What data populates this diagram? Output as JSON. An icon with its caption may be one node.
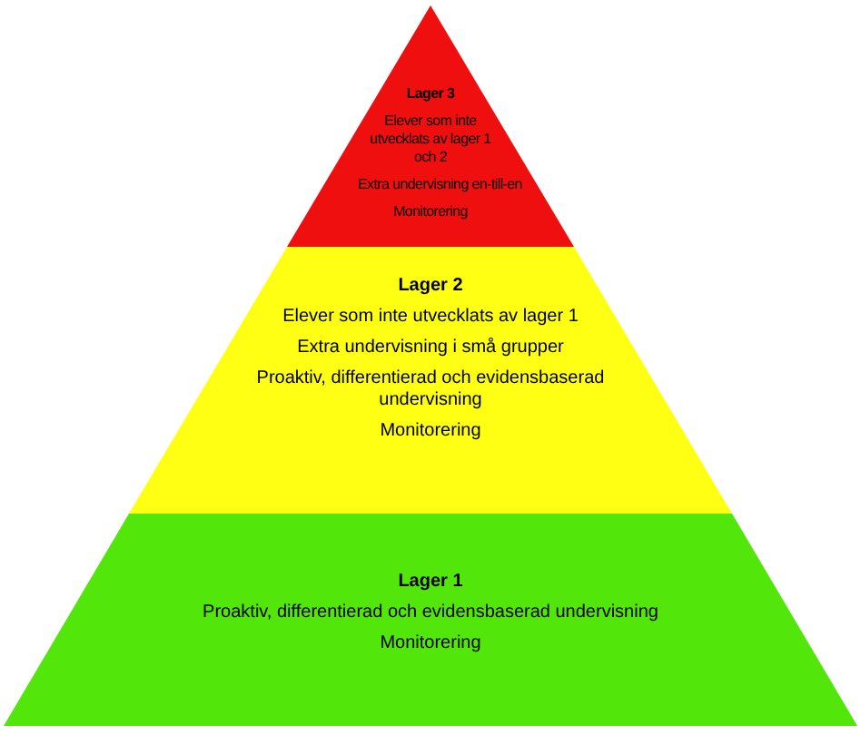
{
  "diagram": {
    "nodes": [
      {
        "text": [
          "Lager 3",
          "Elever som inte utvecklats av lager 1 och 2",
          "Extra undervisning en-till-en",
          "Monitorering"
        ]
      },
      {
        "text": [
          "Lager 2",
          "Elever som inte utvecklats av lager 1",
          "Extra undervisning i små grupper",
          "Proaktiv, differentierad och evidensbaserad undervisning",
          "Monitorering"
        ]
      },
      {
        "text": [
          "Lager 1",
          "Proaktiv, differentierad och evidensbaserad undervisning",
          "Monitorering"
        ]
      }
    ]
  }
}
